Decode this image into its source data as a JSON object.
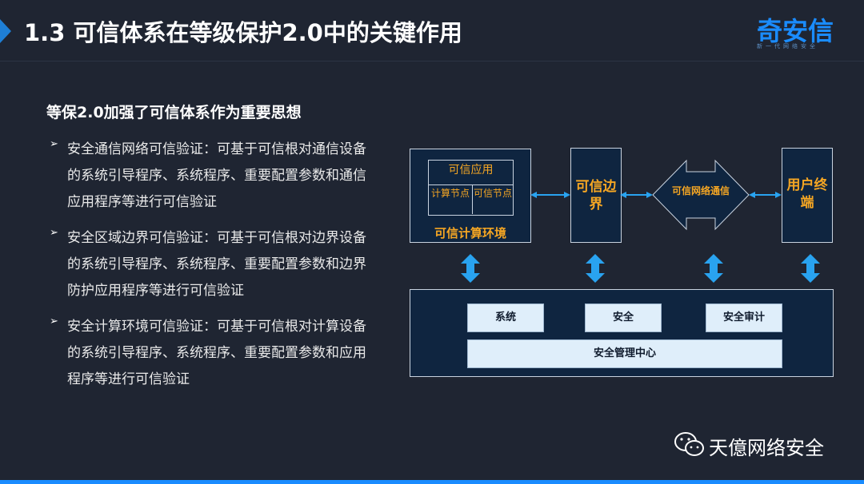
{
  "header": {
    "title": "1.3 可信体系在等级保护2.0中的关键作用",
    "logo_text": "奇安信",
    "logo_sub": "新一代网络安全"
  },
  "content": {
    "subtitle": "等保2.0加强了可信体系作为重要思想",
    "bullets": [
      "安全通信网络可信验证：可基于可信根对通信设备的系统引导程序、系统程序、重要配置参数和通信应用程序等进行可信验证",
      "安全区域边界可信验证：可基于可信根对边界设备的系统引导程序、系统程序、重要配置参数和边界防护应用程序等进行可信验证",
      "安全计算环境可信验证：可基于可信根对计算设备的系统引导程序、系统程序、重要配置参数和应用程序等进行可信验证"
    ]
  },
  "diagram": {
    "trusted_app": "可信应用",
    "node_compute": "计算节点",
    "node_trusted": "可信节点",
    "env_label": "可信计算环境",
    "edge_label": "可信边界",
    "net_label": "可信网络通信",
    "user_label": "用户终端",
    "mgmt_items": [
      "系统",
      "安全",
      "安全审计",
      "安全管理中心"
    ]
  },
  "footer": {
    "watermark": "天億网络安全"
  },
  "colors": {
    "background": "#1f2532",
    "accent_blue": "#1a8cff",
    "label_orange": "#f5a623",
    "box_fill": "#0f2540",
    "light_box": "#dfeefa"
  }
}
